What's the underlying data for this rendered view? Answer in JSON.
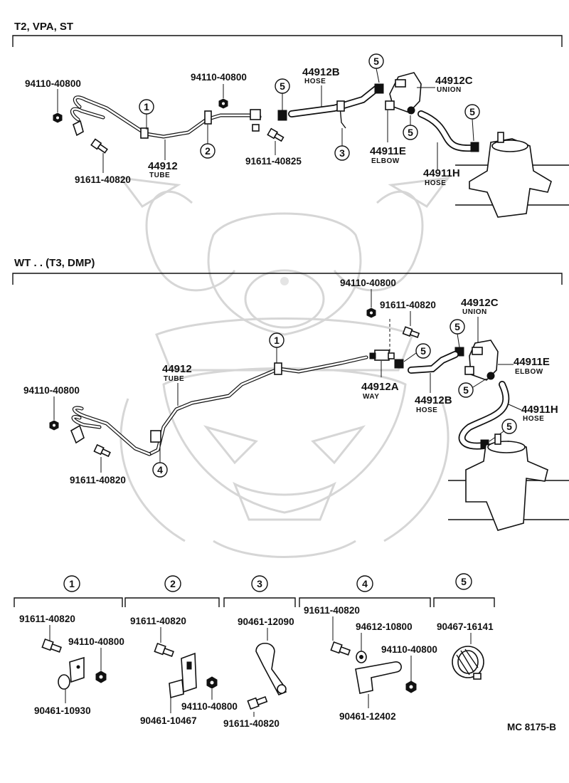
{
  "sections": {
    "top": {
      "header": "T2, VPA, ST"
    },
    "middle": {
      "header": "WT . . (T3, DMP)"
    }
  },
  "top_labels": {
    "nut_left": "94110-40800",
    "nut_mid": "94110-40800",
    "bolt_left": "91611-40820",
    "bolt_mid": "91611-40825",
    "tube_num": "44912",
    "tube_name": "TUBE",
    "hose_num": "44912B",
    "hose_name": "HOSE",
    "union_num": "44912C",
    "union_name": "UNION",
    "elbow_num": "44911E",
    "elbow_name": "ELBOW",
    "hose2_num": "44911H",
    "hose2_name": "HOSE"
  },
  "mid_labels": {
    "nut_top": "94110-40800",
    "bolt_top": "91611-40820",
    "union_num": "44912C",
    "union_name": "UNION",
    "elbow_num": "44911E",
    "elbow_name": "ELBOW",
    "hose2_num": "44911H",
    "hose2_name": "HOSE",
    "tube_num": "44912",
    "tube_name": "TUBE",
    "way_num": "44912A",
    "way_name": "WAY",
    "hose_num": "44912B",
    "hose_name": "HOSE",
    "nut_left": "94110-40800",
    "bolt_left": "91611-40820"
  },
  "callouts": {
    "c1": "1",
    "c2": "2",
    "c3": "3",
    "c4": "4",
    "c5": "5"
  },
  "groups": {
    "g1": {
      "number": "1",
      "bolt": "91611-40820",
      "nut": "94110-40800",
      "clamp": "90461-10930"
    },
    "g2": {
      "number": "2",
      "bolt": "91611-40820",
      "clamp": "90461-10467",
      "nut": "94110-40800",
      "bolt2": "91611-40820"
    },
    "g3": {
      "number": "3",
      "clamp": "90461-12090"
    },
    "g4": {
      "number": "4",
      "bolt": "91611-40820",
      "washer": "94612-10800",
      "nut": "94110-40800",
      "clamp": "90461-12402"
    },
    "g5": {
      "number": "5",
      "clip": "90467-16141"
    }
  },
  "diagram_code": "MC 8175-B"
}
